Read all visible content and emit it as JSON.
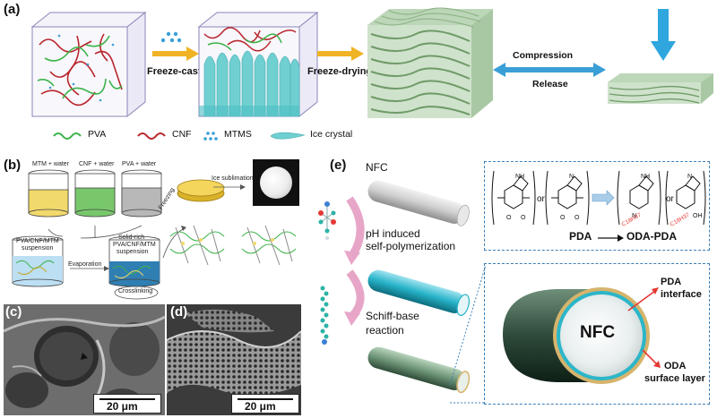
{
  "panels": {
    "a": {
      "label": "(a)",
      "step1": "Freeze-casting",
      "step2": "Freeze-drying",
      "compression": "Compression",
      "release": "Release",
      "legend": [
        {
          "name": "PVA",
          "color": "#3bb34a",
          "icon": "wavy-line-icon"
        },
        {
          "name": "CNF",
          "color": "#b8262b",
          "icon": "wavy-line-icon"
        },
        {
          "name": "MTMS",
          "color": "#3a9fd6",
          "icon": "dots-icon"
        },
        {
          "name": "Ice crystal",
          "color": "#6fcfd1",
          "icon": "ice-crystal-icon"
        }
      ]
    },
    "b": {
      "label": "(b)",
      "cup1": "MTM + water",
      "cup2": "CNF + water",
      "cup3": "PVA + water",
      "suspension1_line1": "PVA/CNF/MTM",
      "suspension1_line2": "suspension",
      "evaporation": "Evaporation",
      "suspension2_line1": "Solid-rich",
      "suspension2_line2": "PVA/CNF/MTM",
      "suspension2_line3": "suspension",
      "freezing": "Freezing",
      "ice_sublimation": "Ice sublimation",
      "crosslinking": "Crosslinking"
    },
    "c": {
      "label": "(c)",
      "scale": "20 μm"
    },
    "d": {
      "label": "(d)",
      "scale": "20 μm"
    },
    "e": {
      "label": "(e)",
      "nfc": "NFC",
      "step1_line1": "pH induced",
      "step1_line2": "self-polymerization",
      "step2_line1": "Schiff-base",
      "step2_line2": "reaction",
      "chem_or1": "or",
      "chem_or2": "or",
      "pda": "PDA",
      "oda_pda": "ODA-PDA",
      "cross_nfc": "NFC",
      "pda_interface_line1": "PDA",
      "pda_interface_line2": "interface",
      "oda_line1": "ODA",
      "oda_line2": "surface layer"
    }
  }
}
